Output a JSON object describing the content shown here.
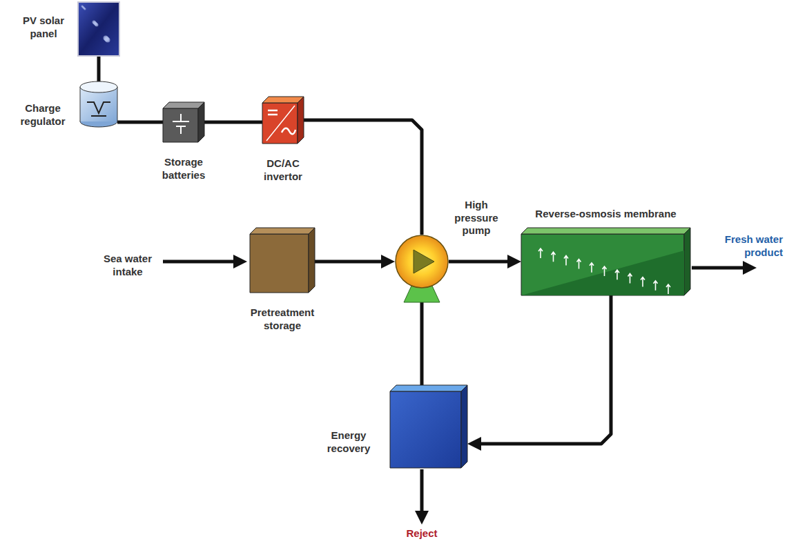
{
  "diagram": {
    "nodes": [
      {
        "text": [
          "PV solar panel"
        ]
      },
      {
        "text": [
          "Charge regulator"
        ]
      },
      {
        "text": [
          "Storage batteries"
        ]
      },
      {
        "text": [
          "DC/AC invertor"
        ]
      },
      {
        "text": [
          "High pressure pump"
        ]
      },
      {
        "text": [
          "Reverse-osmosis membrane"
        ]
      },
      {
        "text": [
          "Pretreatment storage"
        ]
      },
      {
        "text": [
          "Energy recovery"
        ]
      }
    ],
    "edges": [
      {
        "from": 0,
        "to": 1,
        "arrow": "none"
      },
      {
        "from": 1,
        "to": 2,
        "arrow": "none"
      },
      {
        "from": 2,
        "to": 3,
        "arrow": "none"
      },
      {
        "from": 3,
        "to": 4,
        "arrow": "none"
      },
      {
        "from": 6,
        "to": 4,
        "arrow": "to"
      },
      {
        "from": 4,
        "to": 5,
        "arrow": "to"
      },
      {
        "from": 5,
        "to": 7,
        "arrow": "to"
      },
      {
        "from": 7,
        "to": 4,
        "arrow": "none"
      }
    ],
    "labels": [
      "Sea water intake",
      "Fresh water product",
      "Reject"
    ]
  }
}
